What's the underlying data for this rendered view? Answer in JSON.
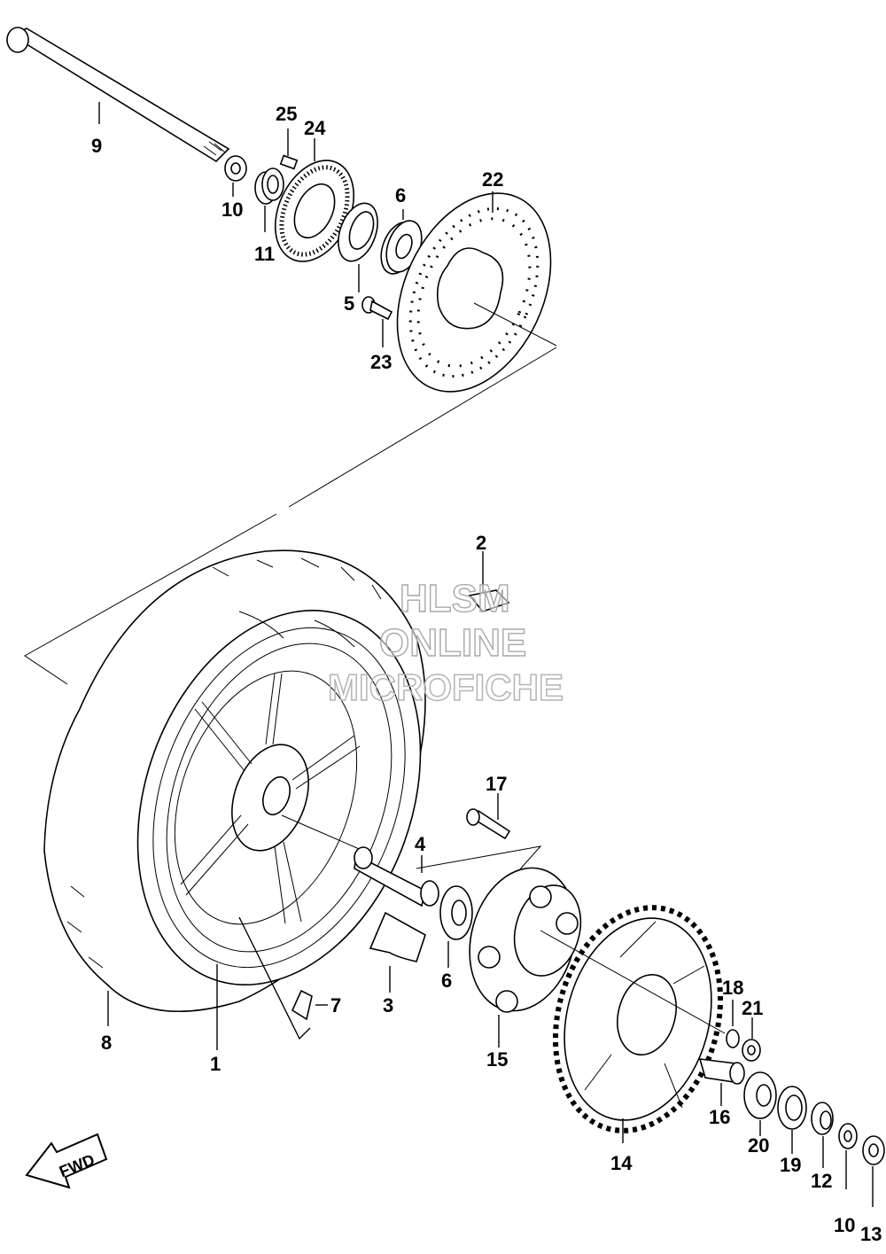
{
  "callouts": [
    {
      "id": "c9",
      "text": "9"
    },
    {
      "id": "c25",
      "text": "25"
    },
    {
      "id": "c24",
      "text": "24"
    },
    {
      "id": "c22",
      "text": "22"
    },
    {
      "id": "c6a",
      "text": "6"
    },
    {
      "id": "c10a",
      "text": "10"
    },
    {
      "id": "c11",
      "text": "11"
    },
    {
      "id": "c5",
      "text": "5"
    },
    {
      "id": "c23",
      "text": "23"
    },
    {
      "id": "c2",
      "text": "2"
    },
    {
      "id": "c17",
      "text": "17"
    },
    {
      "id": "c4",
      "text": "4"
    },
    {
      "id": "c18",
      "text": "18"
    },
    {
      "id": "c21",
      "text": "21"
    },
    {
      "id": "c7",
      "text": "7"
    },
    {
      "id": "c3",
      "text": "3"
    },
    {
      "id": "c6b",
      "text": "6"
    },
    {
      "id": "c8",
      "text": "8"
    },
    {
      "id": "c1",
      "text": "1"
    },
    {
      "id": "c15",
      "text": "15"
    },
    {
      "id": "c16",
      "text": "16"
    },
    {
      "id": "c20",
      "text": "20"
    },
    {
      "id": "c19",
      "text": "19"
    },
    {
      "id": "c14",
      "text": "14"
    },
    {
      "id": "c12",
      "text": "12"
    },
    {
      "id": "c10b",
      "text": "10"
    },
    {
      "id": "c13",
      "text": "13"
    }
  ],
  "watermark": {
    "line1": "HLSM",
    "line2": "ONLINE",
    "line3": "MICROFICHE"
  },
  "fwd_label": "FWD"
}
